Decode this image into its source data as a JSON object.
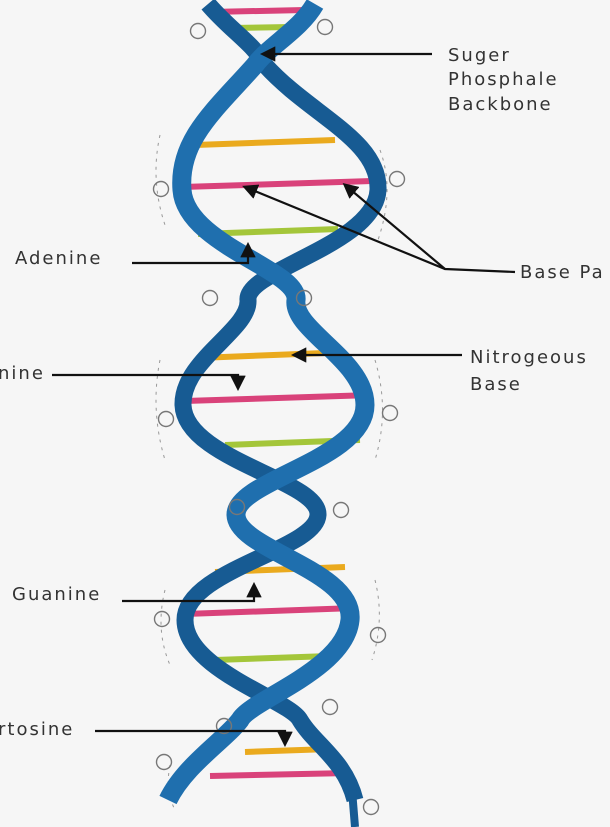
{
  "labels": {
    "backbone": [
      "Suger",
      "Phosphale",
      "Backbone"
    ],
    "adenine": "Adenine",
    "base_pair": "Base Pa",
    "thymine": "nine",
    "nitrogenous": [
      "Nitrogeous",
      "Base"
    ],
    "guanine": "Guanine",
    "cytosine": "rtosine"
  },
  "colors": {
    "strand": "#1f6fae",
    "strand_back": "#175b93",
    "rung_pink": "#d9427a",
    "rung_orange": "#eaaa1e",
    "rung_green": "#a4c63a",
    "arrow": "#111111",
    "circle": "#777777",
    "text": "#333333"
  }
}
